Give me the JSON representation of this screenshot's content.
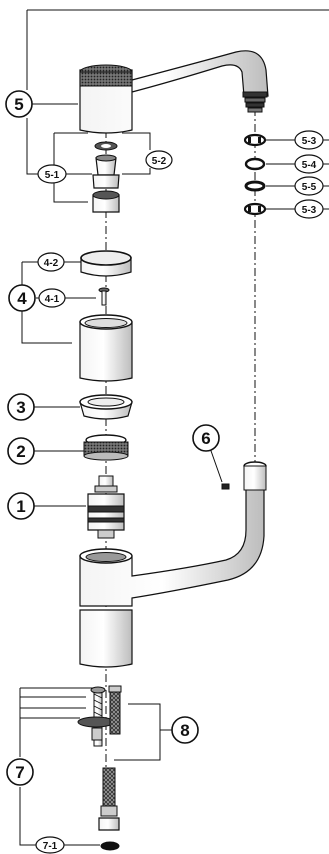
{
  "callouts": {
    "c5": "5",
    "c5_1": "5-1",
    "c5_2": "5-2",
    "c5_3a": "5-3",
    "c5_4": "5-4",
    "c5_5": "5-5",
    "c5_3b": "5-3",
    "c4": "4",
    "c4_1": "4-1",
    "c4_2": "4-2",
    "c3": "3",
    "c2": "2",
    "c1": "1",
    "c6": "6",
    "c7": "7",
    "c7_1": "7-1",
    "c8": "8"
  },
  "colors": {
    "line": "#111111",
    "part_fill": "#ffffff",
    "shade": "#d9d9d9",
    "dark": "#222222"
  }
}
